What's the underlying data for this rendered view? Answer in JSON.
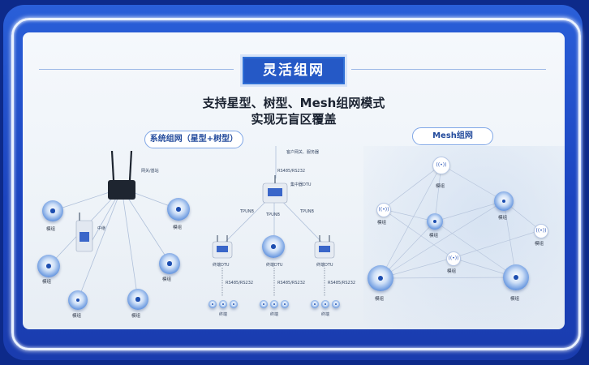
{
  "banner_title": "灵活组网",
  "headline_1": "支持星型、树型、Mesh组网模式",
  "headline_2": "实现无盲区覆盖",
  "left_section": {
    "pill": "系统组网（星型+树型）",
    "labels": {
      "gateway": "网关/基站",
      "relay": "中继",
      "module_a": "模组",
      "module_b": "模组",
      "module_c": "模组",
      "module_d": "模组",
      "module_e": "模组",
      "module_f": "模组",
      "module_g": "模组",
      "cloud": "客户网关、服务器",
      "rs_top": "RS485/RS232",
      "central_dtu": "集中器DTU",
      "tpunb_1": "TPUNB",
      "tpunb_2": "TPUNB",
      "tpunb_3": "TPUNB",
      "dtu_left": "终端DTU",
      "dtu_mid": "终端DTU",
      "dtu_right": "终端DTU",
      "rs_left": "RS485/RS232",
      "rs_mid": "RS485/RS232",
      "rs_right": "RS485/RS232",
      "term_left": "终端",
      "term_mid": "终端",
      "term_right": "终端"
    }
  },
  "right_section": {
    "pill": "Mesh组网",
    "labels": {
      "m1": "模组",
      "m2": "模组",
      "m3": "模组",
      "m4": "模组",
      "m5": "模组",
      "m6": "模组",
      "m7": "模组",
      "m8": "模组"
    }
  },
  "colors": {
    "frame_blue": "#1b44c0",
    "accent_blue": "#2559c6",
    "panel": "#f2f6fa"
  }
}
